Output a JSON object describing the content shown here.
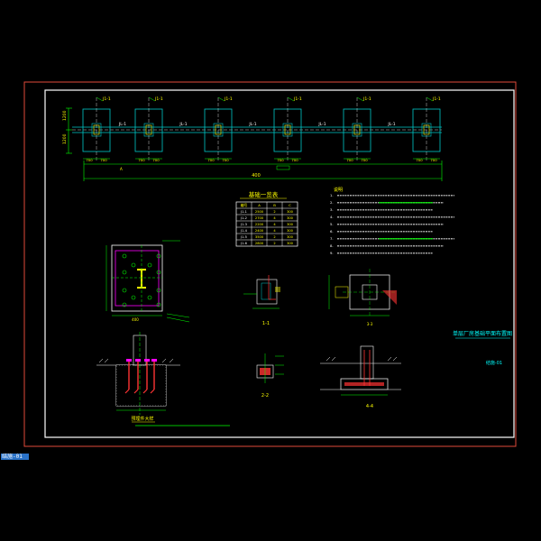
{
  "drawing": {
    "colors": {
      "background": "#000000",
      "frame_outer": "#e04a3a",
      "frame_inner": "#ffffff",
      "foundation": "#00c8c8",
      "dimension": "#00ff00",
      "label": "#ffff00",
      "anchor_bolt": "#ff00ff",
      "steel": "#ff3333",
      "title_text": "#00ffff",
      "earth": "#a06040"
    },
    "plan": {
      "axis_labels": [
        "J1-1",
        "J1-1",
        "J1-1",
        "J1-1",
        "J1-1",
        "J1-1"
      ],
      "beam_labels": [
        "JL-1",
        "JL-1",
        "JL-1",
        "JL-1",
        "JL-1"
      ],
      "pad_dims": [
        "700",
        "700"
      ],
      "left_dims": [
        "1200",
        "1200"
      ],
      "overall_dim": "400"
    },
    "table": {
      "title": "基础一览表",
      "headers": [
        "编号",
        "A",
        "B",
        "C"
      ],
      "rows": [
        [
          "J1-1",
          "2500",
          "2",
          "300"
        ],
        [
          "J1-2",
          "2700",
          "4",
          "300"
        ],
        [
          "J1-3",
          "2200",
          "4",
          "300"
        ],
        [
          "J1-4",
          "2400",
          "4",
          "300"
        ],
        [
          "J1-5",
          "3500",
          "2",
          "300"
        ],
        [
          "J1-6",
          "2800",
          "2",
          "300"
        ]
      ]
    },
    "notes": {
      "heading": "说明",
      "lines": [
        "1.",
        "2.",
        "3.",
        "4.",
        "5.",
        "6.",
        "7.",
        "8.",
        "9."
      ]
    },
    "labels": {
      "section_1_1": "1-1",
      "section_2_2": "2-2",
      "section_3_3": "3-3",
      "section_4_4": "4-4",
      "embed_detail": "预埋件大样",
      "sheet_title": "单层厂房基础平面布置图",
      "sheet_number": "结施-01"
    },
    "toolbar_text": "结施-01"
  }
}
